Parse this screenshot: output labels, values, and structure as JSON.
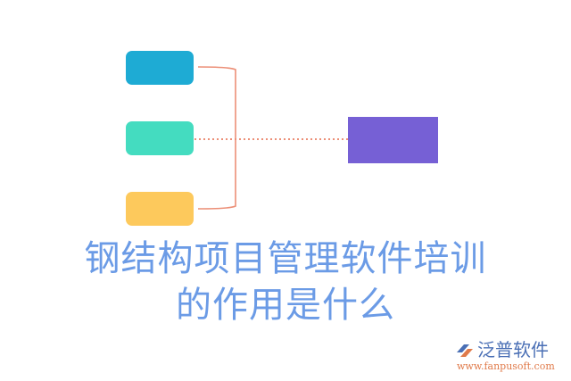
{
  "diagram": {
    "nodes": [
      {
        "id": "box-1",
        "label": "",
        "color": "#1eabd4"
      },
      {
        "id": "box-2",
        "label": "",
        "color": "#44dcc0"
      },
      {
        "id": "box-3",
        "label": "",
        "color": "#fdc95c"
      }
    ],
    "target": {
      "label": "",
      "color": "#7660d5"
    },
    "connector_color": "#ec8f77"
  },
  "title": {
    "line1": "钢结构项目管理软件培训",
    "line2": "的作用是什么",
    "color": "#6b9be6"
  },
  "logo": {
    "name": "泛普软件",
    "url": "www.fanpusoft.com"
  }
}
